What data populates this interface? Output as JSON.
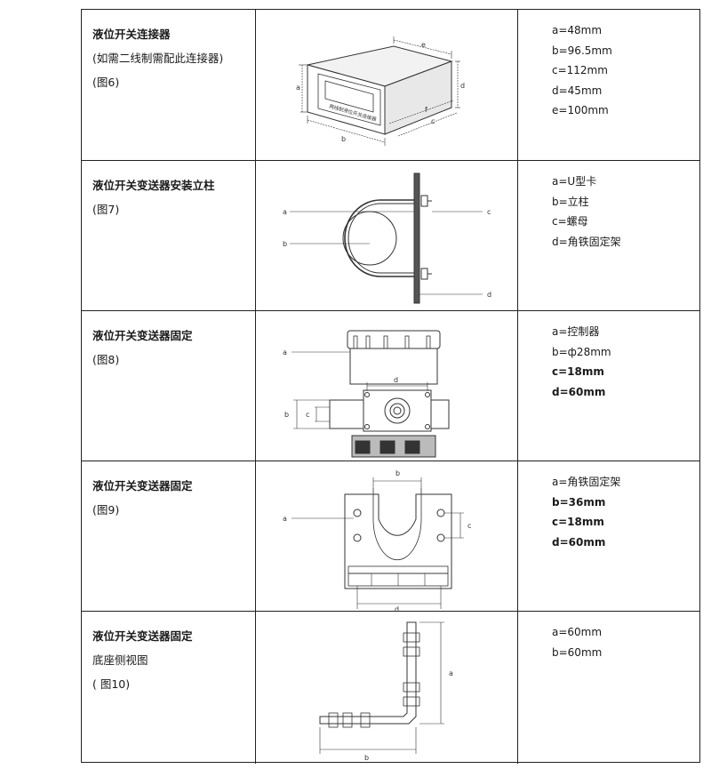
{
  "rows": [
    {
      "title": [
        "液位开关连接器",
        "(如需二线制需配此连接器)",
        "(图6)"
      ],
      "diagram_labels": {
        "a": "a",
        "b": "b",
        "c": "c",
        "d": "d",
        "e": "e",
        "f": "f",
        "plate": "两线制液位开关连接器"
      },
      "specs": [
        "a=48mm",
        "b=96.5mm",
        "c=112mm",
        "d=45mm",
        "e=100mm"
      ]
    },
    {
      "title": [
        "液位开关变送器安装立柱",
        "(图7)"
      ],
      "diagram_labels": {
        "a": "a",
        "b": "b",
        "c": "c",
        "d": "d"
      },
      "specs": [
        "a=U型卡",
        "b=立柱",
        "c=螺母",
        "d=角铁固定架"
      ]
    },
    {
      "title": [
        "液位开关变送器固定",
        "(图8)"
      ],
      "diagram_labels": {
        "a": "a",
        "b": "b",
        "c": "c",
        "d": "d"
      },
      "specs": [
        "a=控制器",
        "b=ф28mm",
        "c=18mm",
        "d=60mm"
      ]
    },
    {
      "title": [
        "液位开关变送器固定",
        "(图9)"
      ],
      "diagram_labels": {
        "a": "a",
        "b": "b",
        "c": "c",
        "d": "d"
      },
      "specs": [
        "a=角铁固定架",
        "b=36mm",
        "c=18mm",
        "d=60mm"
      ]
    },
    {
      "title": [
        "液位开关变送器固定",
        "底座侧视图",
        "( 图10)"
      ],
      "diagram_labels": {
        "a": "a",
        "b": "b"
      },
      "specs": [
        "a=60mm",
        "b=60mm"
      ]
    }
  ]
}
